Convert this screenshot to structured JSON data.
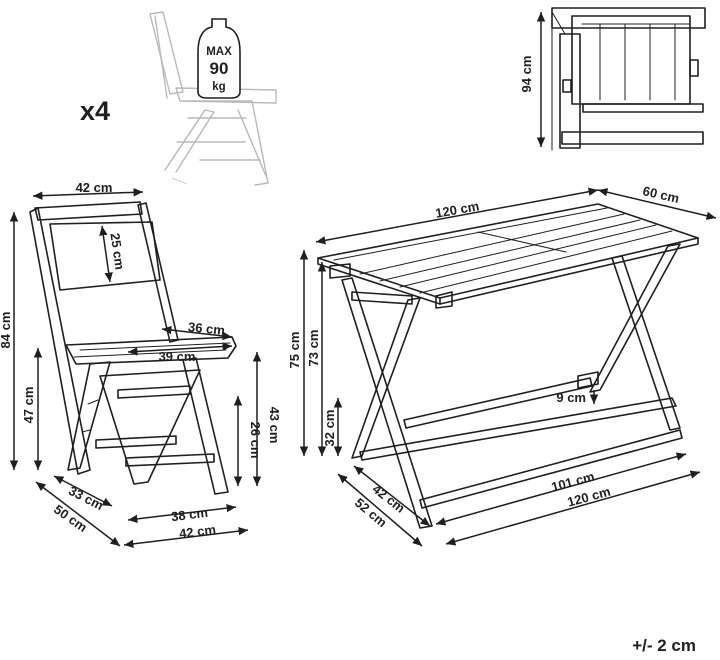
{
  "quantity_label": "x4",
  "weight_badge": {
    "line1": "MAX",
    "line2": "90",
    "line3": "kg"
  },
  "chair_dims": {
    "back_width": "42 cm",
    "backrest_height": "25 cm",
    "total_height": "84 cm",
    "seat_height": "47 cm",
    "seat_depth": "36 cm",
    "seat_width": "39 cm",
    "leg_depth_small": "33 cm",
    "depth_total": "50 cm",
    "front_width": "38 cm",
    "base_width": "42 cm",
    "folded_43": "43 cm",
    "folded_26": "26 cm"
  },
  "table_dims": {
    "length_top": "120 cm",
    "width_top": "60 cm",
    "folded_height": "94 cm",
    "height": "75 cm",
    "under_height": "73 cm",
    "stretcher_height": "32 cm",
    "stretcher_gap": "9 cm",
    "inner_depth": "42 cm",
    "base_depth": "52 cm",
    "inner_length": "101 cm",
    "base_length": "120 cm"
  },
  "tolerance": "+/- 2 cm"
}
